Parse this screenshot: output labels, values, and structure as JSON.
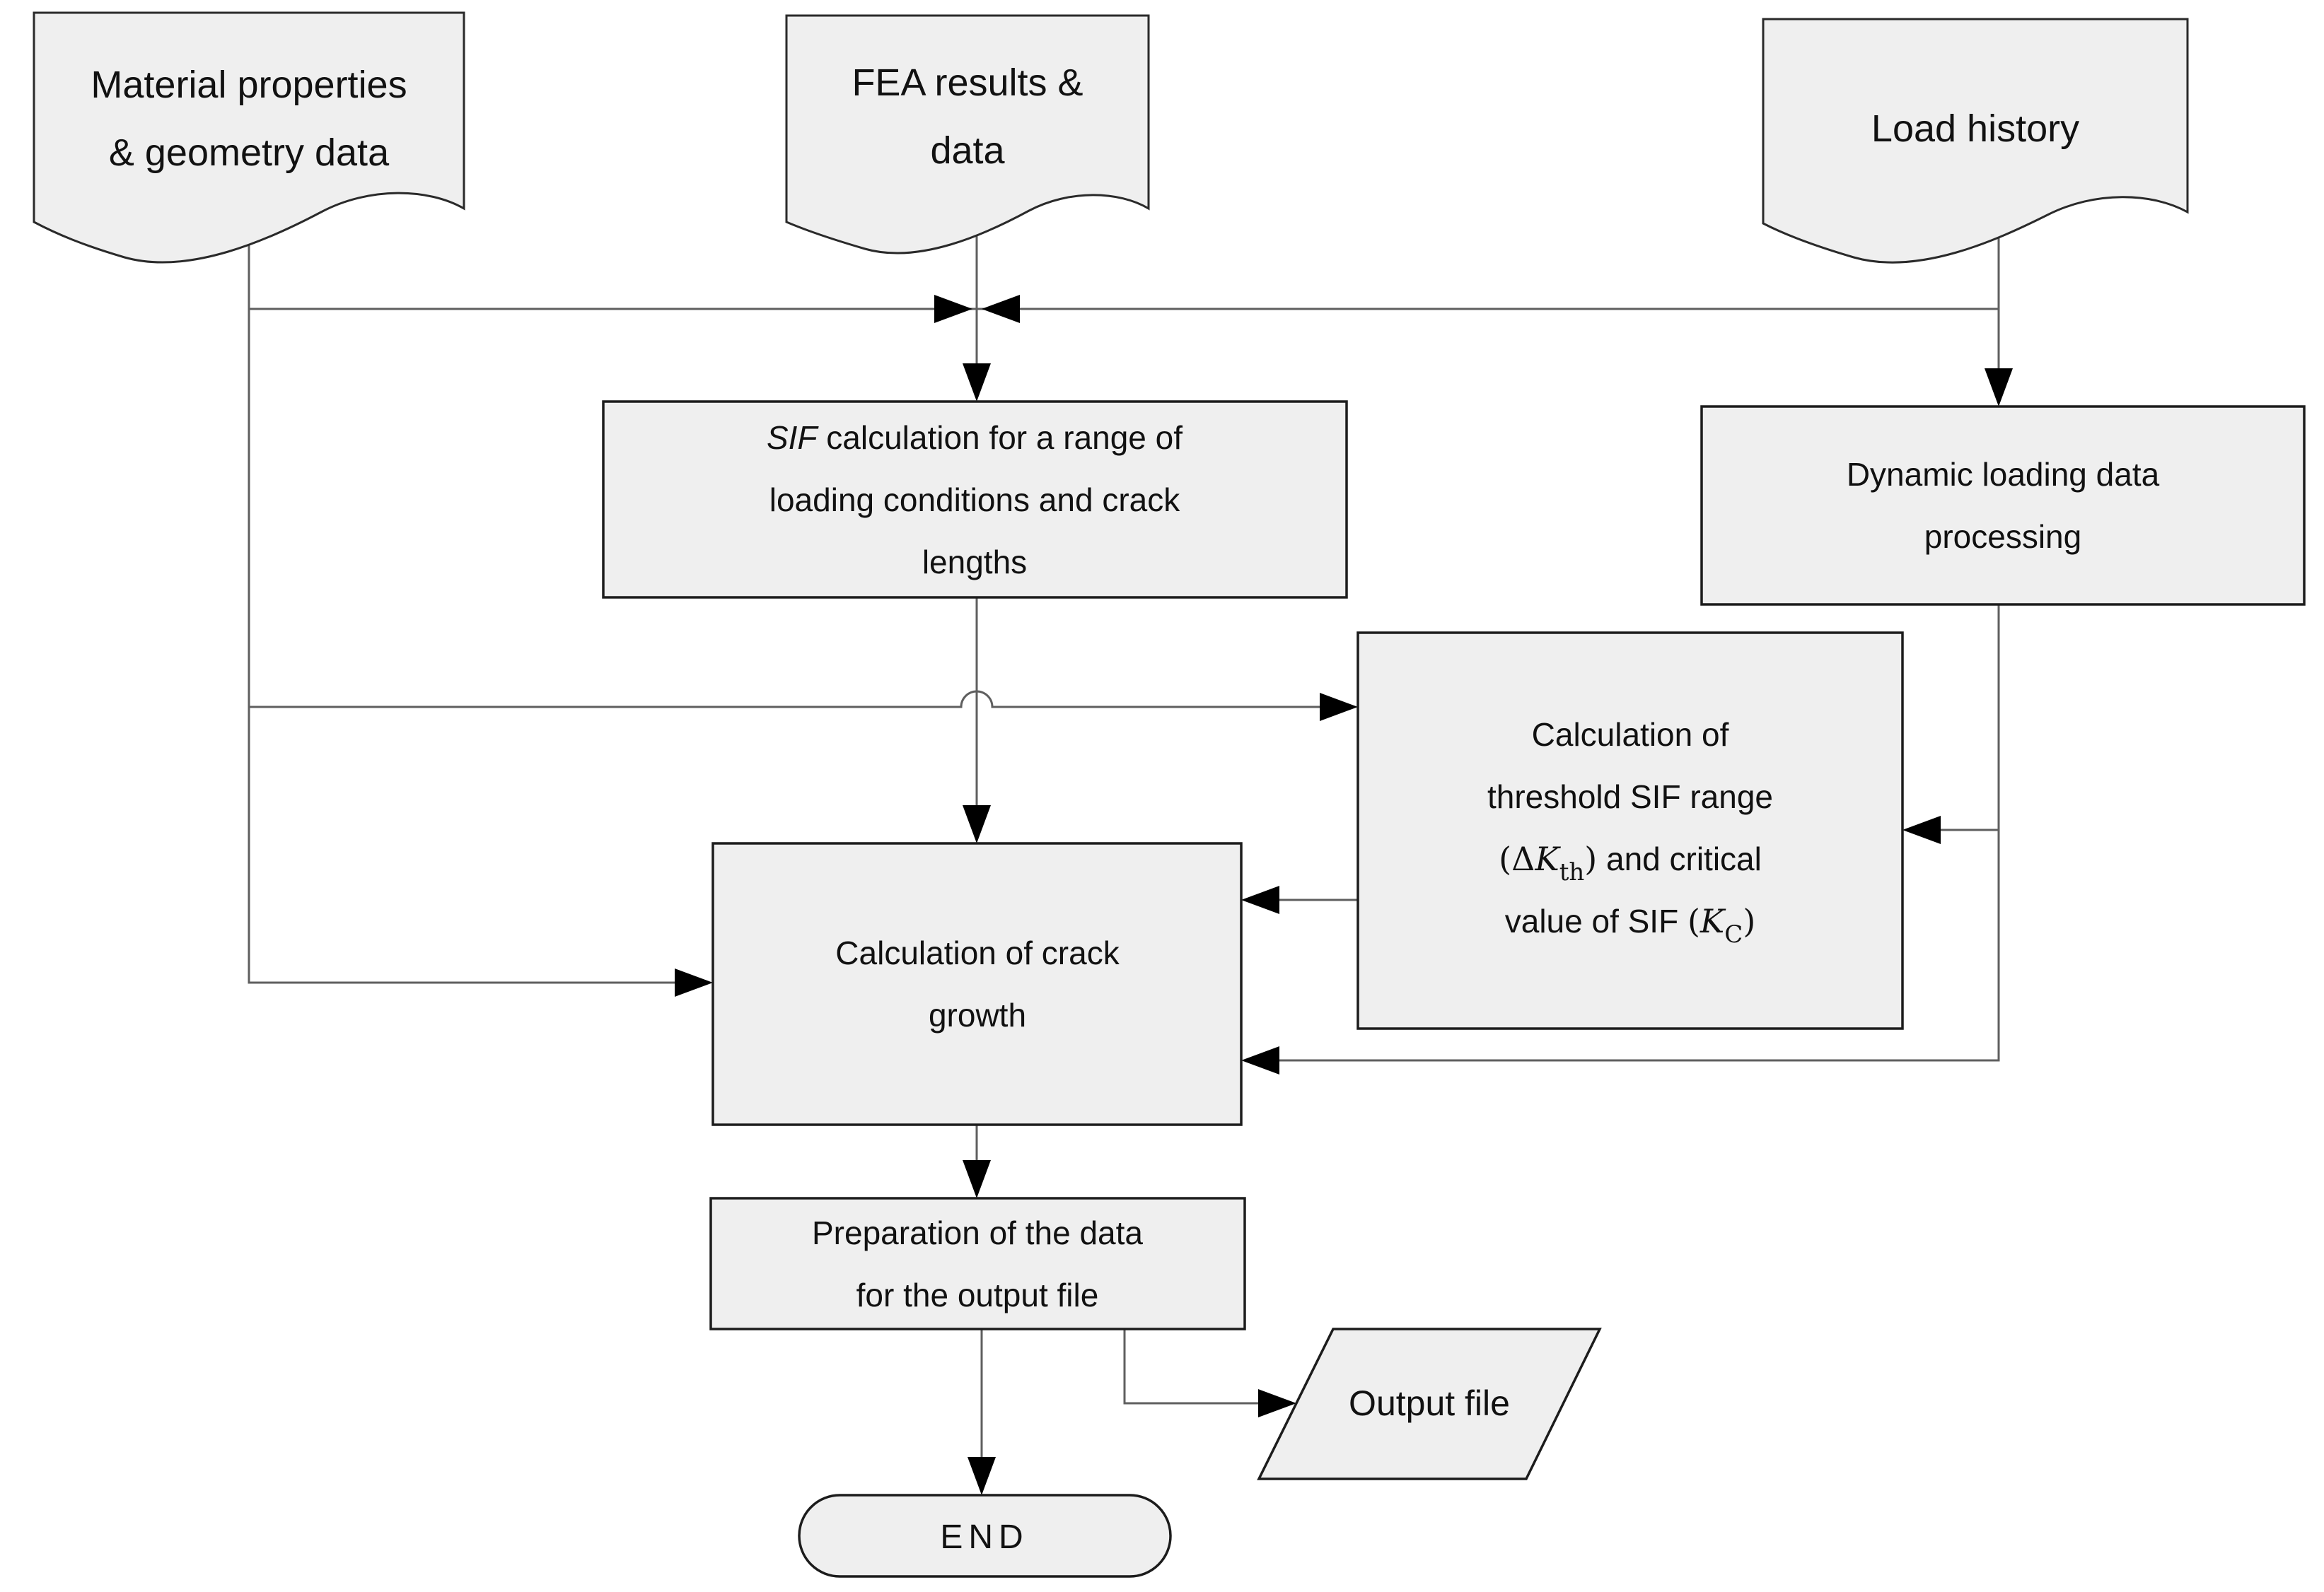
{
  "colors": {
    "background": "#ffffff",
    "shape_fill": "#efefef",
    "shape_border": "#1c1c1c",
    "connector": "#5f5f5f",
    "arrow": "#000000",
    "text": "#111111"
  },
  "documents": {
    "material": {
      "line1": "Material properties",
      "line2": "& geometry data"
    },
    "fea": {
      "line1": "FEA results &",
      "line2": "data"
    },
    "load": {
      "line1": "Load history"
    }
  },
  "processes": {
    "sif": {
      "italic_term": "SIF",
      "line1_rest": " calculation for a range of",
      "line2": "loading conditions and crack",
      "line3": "lengths"
    },
    "dynamic": {
      "line1": "Dynamic loading data",
      "line2": "processing"
    },
    "threshold": {
      "line1": "Calculation of",
      "line2": "threshold SIF range",
      "line3_open": "(Δ",
      "line3_var": "K",
      "line3_sub": "th",
      "line3_close": ")",
      "line3_rest": " and critical",
      "line4_pre": "value of SIF ",
      "line4_open": "(",
      "line4_var": "K",
      "line4_sub": "C",
      "line4_close": ")"
    },
    "crack": {
      "line1": "Calculation of crack",
      "line2": "growth"
    },
    "prep": {
      "line1": "Preparation of the data",
      "line2": "for the output file"
    }
  },
  "io": {
    "output_file": "Output file"
  },
  "terminator": {
    "end": "END"
  }
}
